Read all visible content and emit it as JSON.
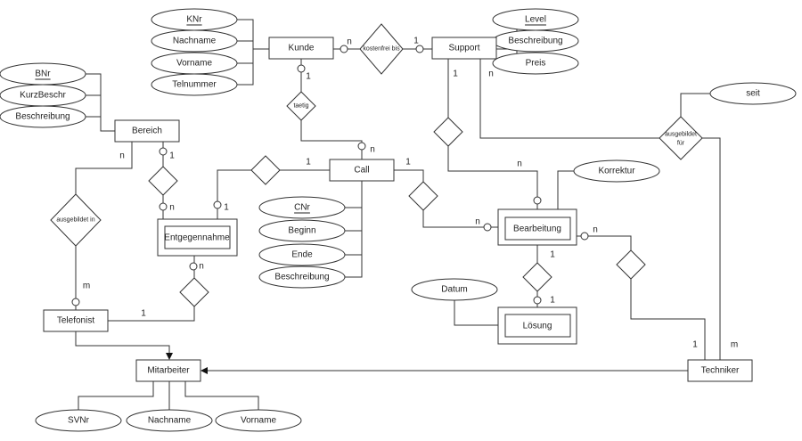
{
  "entities": {
    "kunde": "Kunde",
    "support": "Support",
    "bereich": "Bereich",
    "call": "Call",
    "entgegennahme": "Entgegennahme",
    "bearbeitung": "Bearbeitung",
    "loesung": "Lösung",
    "telefonist": "Telefonist",
    "mitarbeiter": "Mitarbeiter",
    "techniker": "Techniker"
  },
  "attributes": {
    "kunde": [
      "KNr",
      "Nachname",
      "Vorname",
      "Telnummer"
    ],
    "support": [
      "Level",
      "Beschreibung",
      "Preis"
    ],
    "bereich": [
      "BNr",
      "KurzBeschr",
      "Beschreibung"
    ],
    "call": [
      "CNr",
      "Beginn",
      "Ende",
      "Beschreibung"
    ],
    "mitarbeiter": [
      "SVNr",
      "Nachname",
      "Vorname"
    ],
    "bearbeitung": [
      "Korrektur"
    ],
    "loesung": [
      "Datum"
    ],
    "ausgebildet_fuer": [
      "seit"
    ]
  },
  "primary_keys": [
    "KNr",
    "Level",
    "BNr",
    "CNr"
  ],
  "relationships": {
    "kostenfrei_bis": "kostenfrei bis",
    "taetig": "taetig",
    "ausgebildet_in": "ausgebildet in",
    "ausgebildet_fuer_1": "ausgebildet",
    "ausgebildet_fuer_2": "für"
  },
  "cardinalities": {
    "kunde_kostenfrei": "n",
    "support_kostenfrei": "1",
    "kunde_taetig": "1",
    "call_taetig": "n",
    "bereich_ausgebildet": "n",
    "telefonist_ausgebildet": "m",
    "bereich_entg": "1",
    "entg_bereich": "n",
    "call_entg": "1",
    "entg_call": "1",
    "entg_telefonist": "n",
    "telefonist_entg": "1",
    "call_bearb": "1",
    "bearb_call": "n",
    "support_bearb": "1",
    "bearb_support": "n",
    "support_ausgebildet": "n",
    "techniker_ausgebildet": "m",
    "bearb_techniker": "n",
    "techniker_bearb": "1",
    "bearb_loesung": "1",
    "loesung_bearb": "1"
  }
}
